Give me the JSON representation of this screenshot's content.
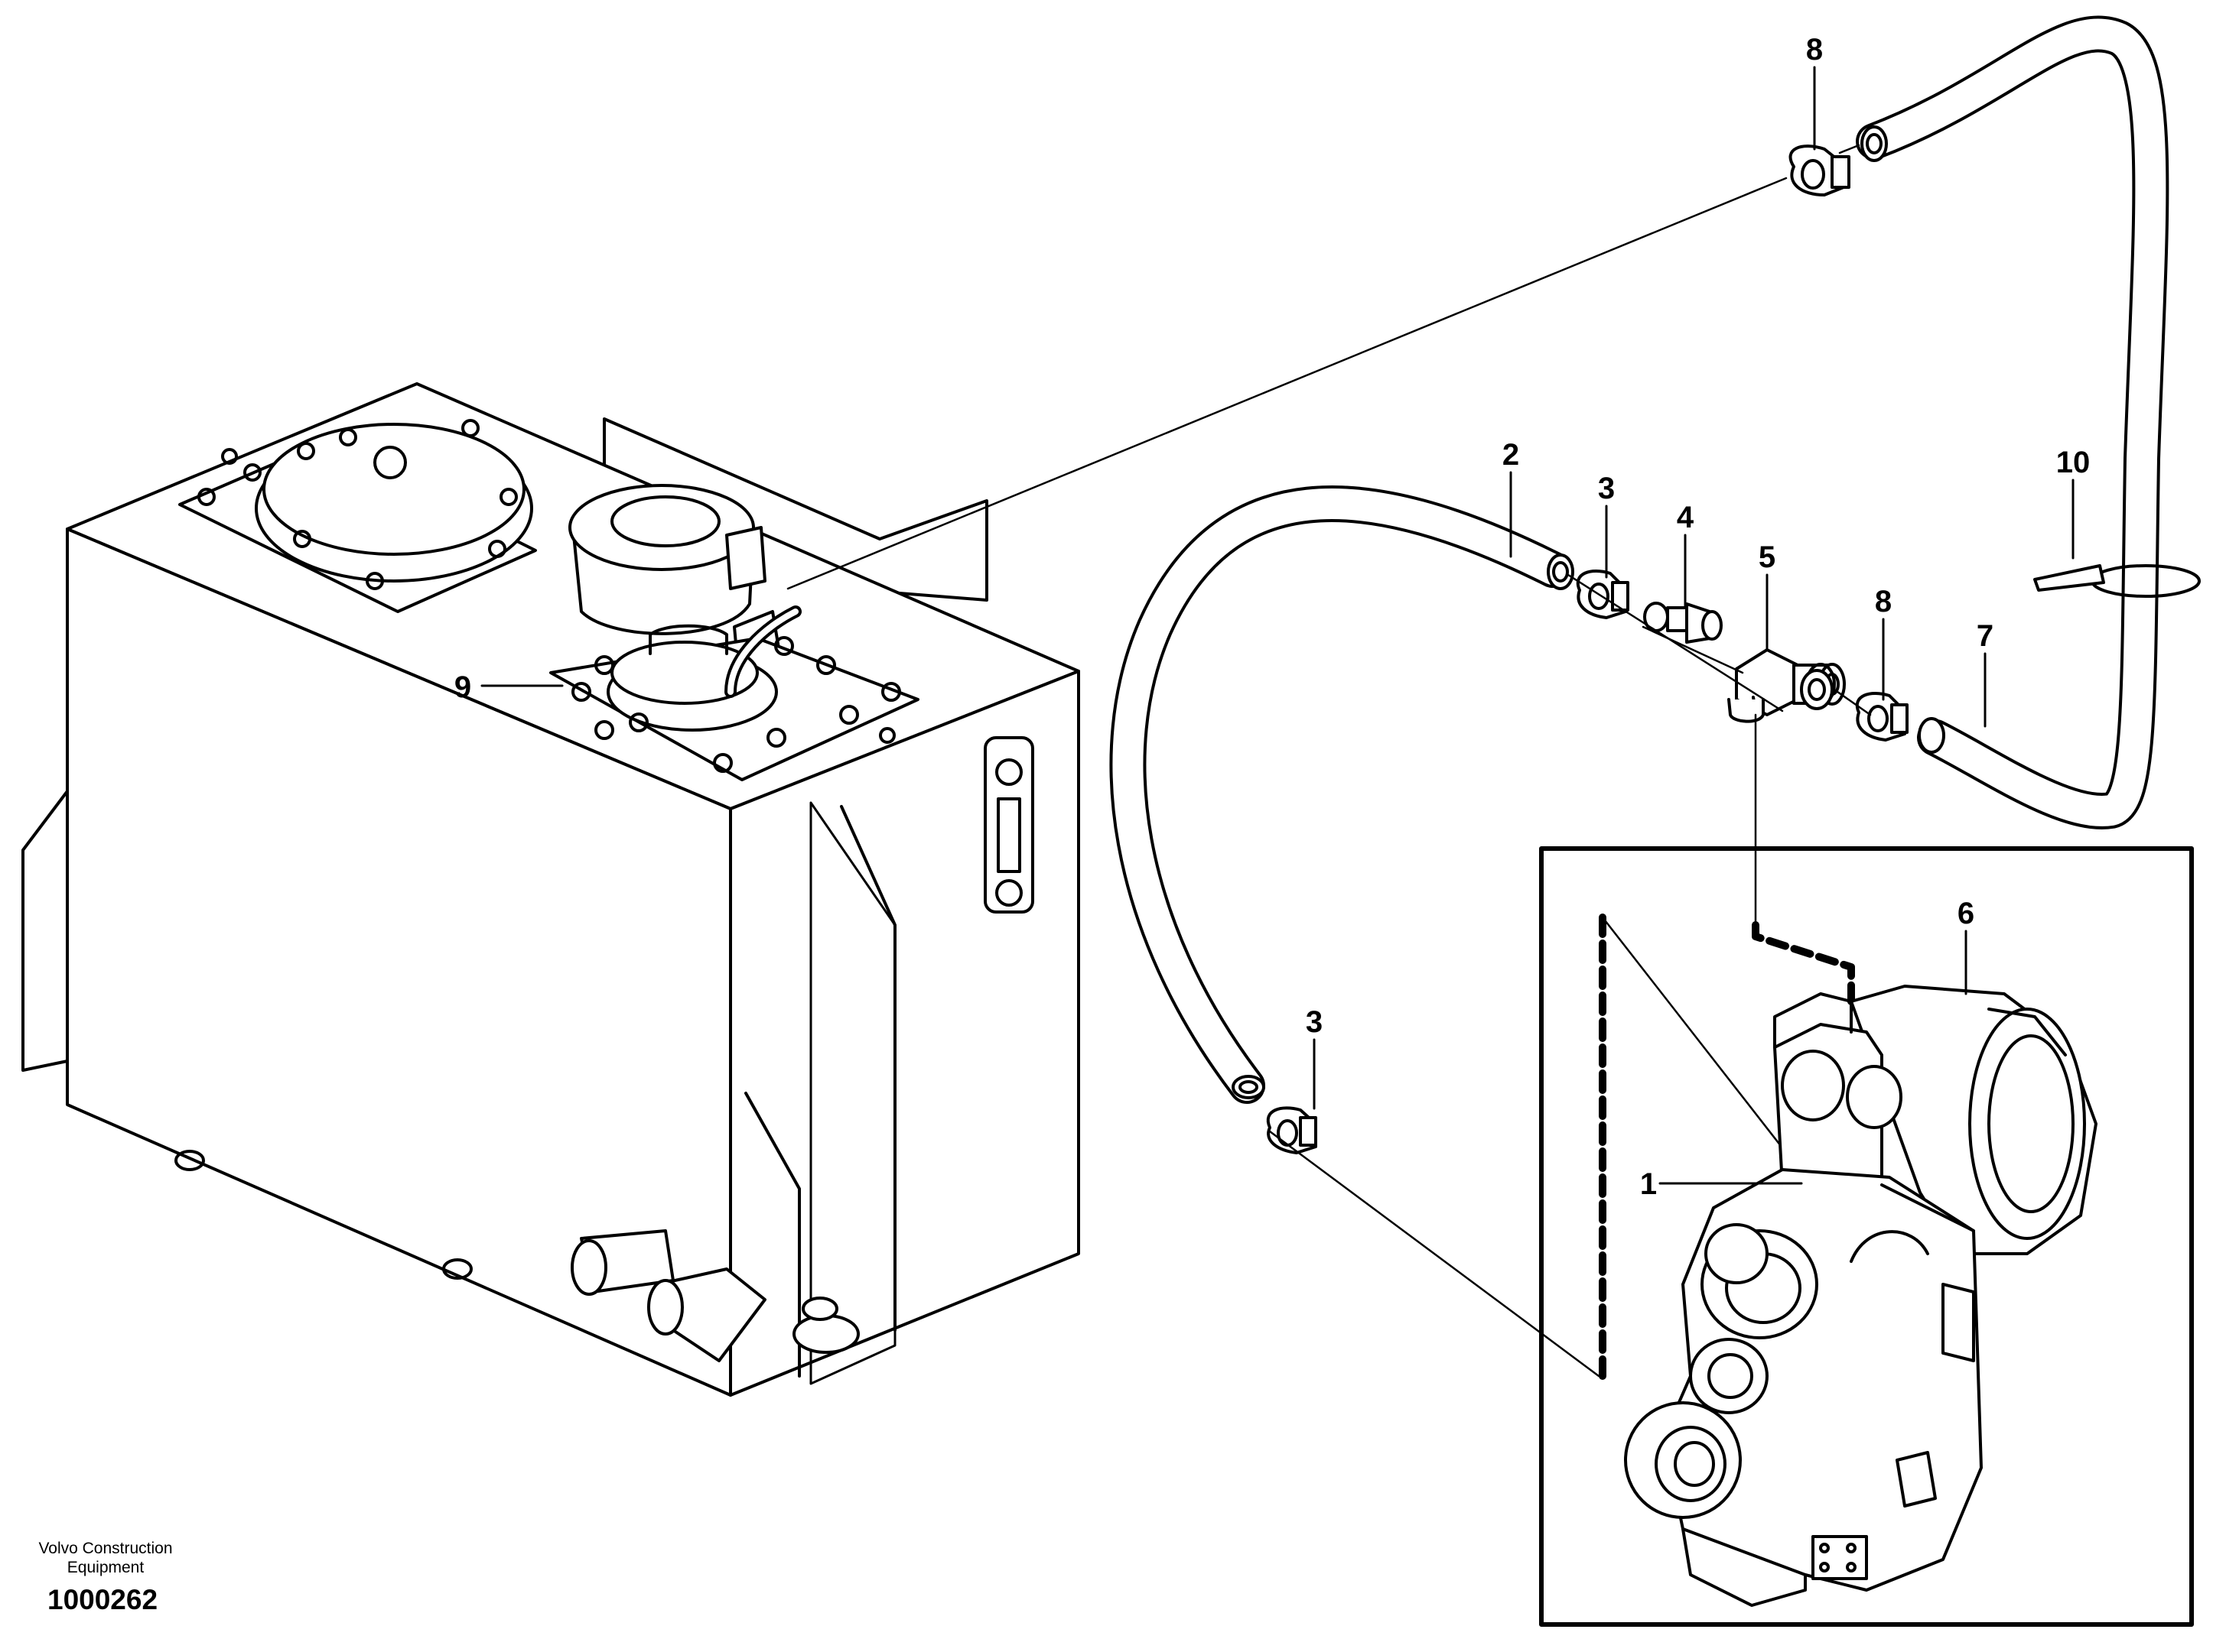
{
  "callouts": [
    {
      "id": "c1",
      "label": "1"
    },
    {
      "id": "c2",
      "label": "2"
    },
    {
      "id": "c3a",
      "label": "3"
    },
    {
      "id": "c3b",
      "label": "3"
    },
    {
      "id": "c4",
      "label": "4"
    },
    {
      "id": "c5",
      "label": "5"
    },
    {
      "id": "c6",
      "label": "6"
    },
    {
      "id": "c7",
      "label": "7"
    },
    {
      "id": "c8a",
      "label": "8"
    },
    {
      "id": "c8b",
      "label": "8"
    },
    {
      "id": "c9",
      "label": "9"
    },
    {
      "id": "c10",
      "label": "10"
    }
  ],
  "footer": {
    "brand_line1": "Volvo Construction",
    "brand_line2": "Equipment",
    "doc_number": "1000262"
  }
}
